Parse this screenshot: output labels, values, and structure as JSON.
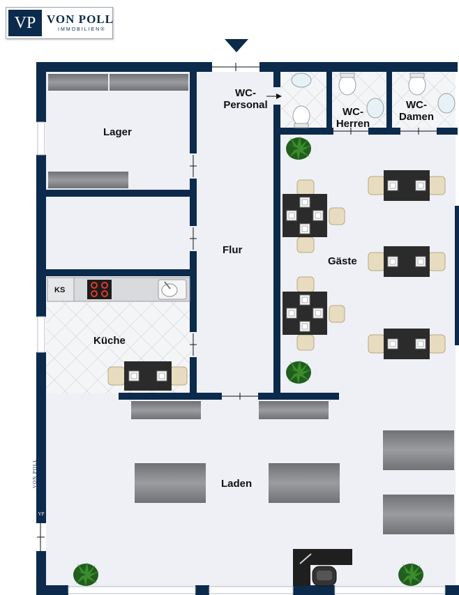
{
  "brand": {
    "mark": "VP",
    "name": "VON POLL",
    "subtitle": "IMMOBILIEN®",
    "watermark_name": "VON POLL",
    "watermark_mark": "VP",
    "color": "#0b2a4c"
  },
  "rooms": {
    "lager": "Lager",
    "wc_personal_1": "WC-",
    "wc_personal_2": "Personal",
    "wc_herren_1": "WC-",
    "wc_herren_2": "Herren",
    "wc_damen_1": "WC-",
    "wc_damen_2": "Damen",
    "flur": "Flur",
    "gaeste": "Gäste",
    "kueche": "Küche",
    "ks": "KS",
    "laden": "Laden"
  },
  "colors": {
    "wall": "#0b2a4c",
    "floor": "#eef0f5",
    "tile": "#f3f4f6",
    "counter": "#7d7f82",
    "table": "#2b2b2b",
    "chair": "#e8dcc0"
  },
  "icons": [
    "entrance-arrow-icon",
    "toilet-icon",
    "sink-icon",
    "plant-icon",
    "stove-icon",
    "chair-icon",
    "desk-icon",
    "office-chair-icon"
  ]
}
